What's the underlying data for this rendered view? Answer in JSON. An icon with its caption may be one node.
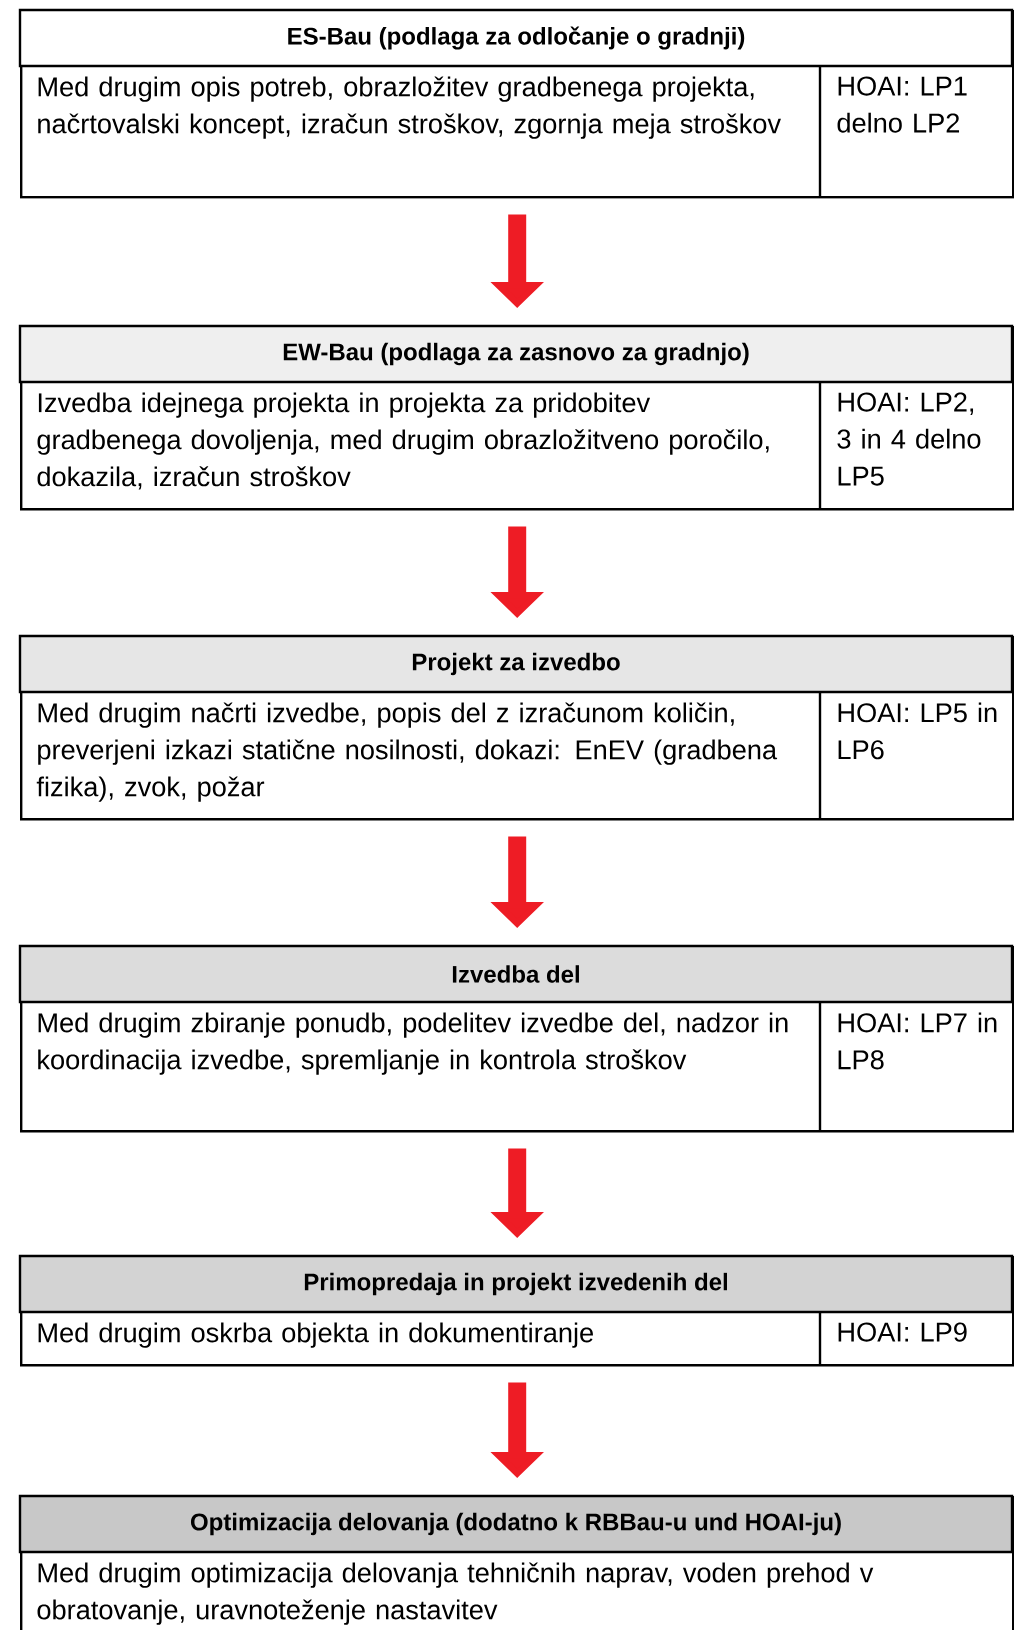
{
  "diagram": {
    "nodes": [
      {
        "text": [
          "ES-Bau (podlaga za odločanje o gradnji)",
          "Med drugim opis potreb, obrazložitev gradbenega projekta, načrtovalski koncept, izračun stroškov, zgornja meja stroškov",
          "HOAI: LP1 delno LP2"
        ]
      },
      {
        "text": [
          "EW-Bau (podlaga za zasnovo za gradnjo)",
          "Izvedba idejnega projekta in projekta za pridobitev gradbenega dovoljenja, med drugim obrazložitveno poročilo, dokazila, izračun stroškov",
          "HOAI: LP2, 3 in 4 delno LP5"
        ]
      },
      {
        "text": [
          "Projekt za izvedbo",
          "Med drugim načrti izvedbe, popis del z izračunom količin, preverjeni izkazi statične nosilnosti, dokazi: EnEV (gradbena fizika), zvok, požar",
          "HOAI: LP5 in LP6"
        ]
      },
      {
        "text": [
          "Izvedba del",
          "Med drugim zbiranje ponudb, podelitev izvedbe del, nadzor in koordinacija izvedbe, spremljanje in kontrola stroškov",
          "HOAI: LP7 in LP8"
        ]
      },
      {
        "text": [
          "Primopredaja in projekt izvedenih del",
          "Med drugim oskrba objekta in dokumentiranje",
          "HOAI: LP9"
        ]
      },
      {
        "text": [
          "Optimizacija delovanja (dodatno k RBBau-u und HOAI-ju)",
          "Med drugim optimizacija delovanja tehničnih naprav, voden prehod v obratovanje, uravnoteženje nastavitev"
        ]
      }
    ],
    "edges": [
      {
        "from": 0,
        "to": 1,
        "arrow": "to"
      },
      {
        "from": 1,
        "to": 2,
        "arrow": "to"
      },
      {
        "from": 2,
        "to": 3,
        "arrow": "to"
      },
      {
        "from": 3,
        "to": 4,
        "arrow": "to"
      },
      {
        "from": 4,
        "to": 5,
        "arrow": "to"
      }
    ]
  }
}
